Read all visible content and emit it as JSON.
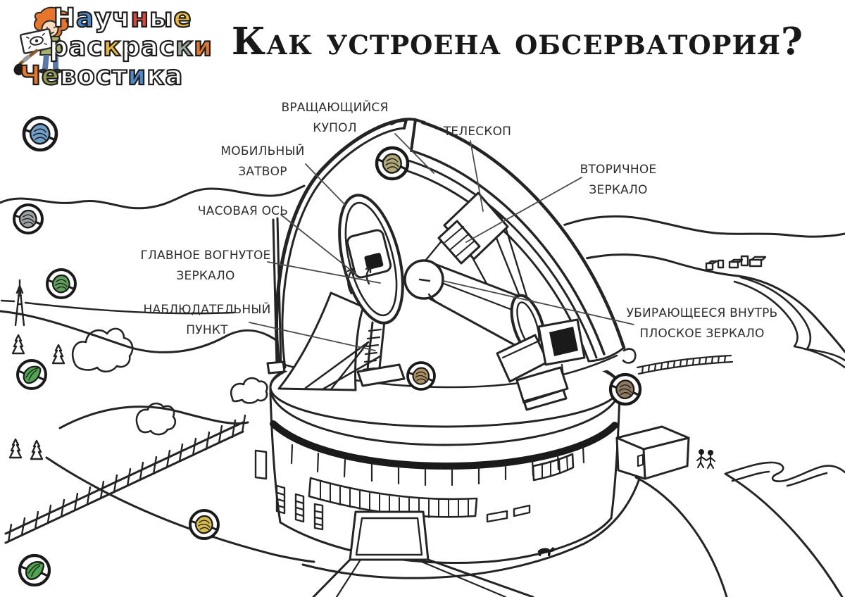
{
  "page": {
    "background": "#ffffff",
    "ink": "#242424"
  },
  "logo": {
    "mascot_icon": "chevostik-boy-with-paintbrush",
    "mascot_colors": {
      "hair": "#e8752c",
      "skin": "#f9dcbd",
      "shirt": "#a8b069",
      "pants": "#5b79a8",
      "brush_handle": "#8a5a2a",
      "ink": "#2a2a2a",
      "paper": "#ffffff"
    },
    "palette": {
      "white": "#ffffff",
      "blue": "#4d87c7",
      "red": "#d6493e",
      "yellow": "#e9b83c",
      "orange": "#e2792e",
      "olive": "#969a4e",
      "sage": "#9aa89b"
    },
    "lines": [
      {
        "text": "Научные",
        "letter_colors": [
          null,
          "blue",
          null,
          null,
          "red",
          null,
          "yellow"
        ]
      },
      {
        "text": "раскраски",
        "letter_colors": [
          null,
          null,
          null,
          "yellow",
          null,
          null,
          null,
          "sage",
          "orange"
        ]
      },
      {
        "text": "Чевостика",
        "letter_colors": [
          "orange",
          "olive",
          null,
          null,
          null,
          null,
          "blue",
          null,
          null
        ]
      }
    ]
  },
  "title": "Как устроена обсерватория?",
  "labels": {
    "rotating_dome": "ВРАЩАЮЩИЙСЯ КУПОЛ",
    "telescope": "ТЕЛЕСКОП",
    "mobile_shutter": "МОБИЛЬНЫЙ ЗАТВОР",
    "hour_axis": "ЧАСОВАЯ ОСЬ",
    "main_mirror": "ГЛАВНОЕ ВОГНУТОЕ ЗЕРКАЛО",
    "observation_point": "НАБЛЮДАТЕЛЬНЫЙ ПУНКТ",
    "secondary_mirror": "ВТОРИЧНОЕ ЗЕРКАЛО",
    "flat_mirror": "УБИРАЮЩЕЕСЯ ВНУТРЬ ПЛОСКОЕ ЗЕРКАЛО"
  },
  "scene": {
    "subject": "cut-away observatory dome with telescope on a mountain, line-art coloring page",
    "badges": [
      {
        "name": "magnifier-badge-blue-planet",
        "color": "#6f9fca"
      },
      {
        "name": "magnifier-badge-gray-stone",
        "color": "#9aa0a4"
      },
      {
        "name": "magnifier-badge-green-stone",
        "color": "#5f9e5b"
      },
      {
        "name": "magnifier-badge-green-leaf",
        "color": "#4fa44f"
      },
      {
        "name": "magnifier-badge-yellow-stone",
        "color": "#d9bc4e"
      },
      {
        "name": "magnifier-badge-green-leaf-2",
        "color": "#4fa44f"
      },
      {
        "name": "magnifier-badge-olive-stone",
        "color": "#b3a878"
      },
      {
        "name": "magnifier-badge-tan-stone",
        "color": "#a98f5f"
      },
      {
        "name": "magnifier-badge-brown-stone",
        "color": "#8f7a62"
      }
    ]
  }
}
